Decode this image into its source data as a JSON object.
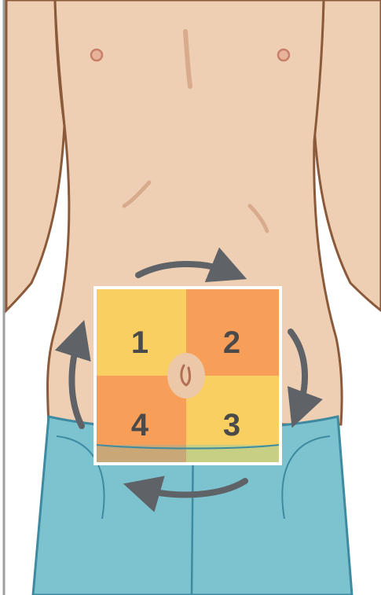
{
  "diagram": {
    "quadrants": [
      {
        "label": "1",
        "color": "#f9cf61"
      },
      {
        "label": "2",
        "color": "#f79e58"
      },
      {
        "label": "3",
        "color": "#f9cf61"
      },
      {
        "label": "4",
        "color": "#f79e58"
      }
    ],
    "rotation_direction": "clockwise",
    "colors": {
      "skin": "#efcfb3",
      "skin_outline": "#8a5a3b",
      "pants": "#7cc3cf",
      "arrow": "#5f6368",
      "grid_border": "#ffffff"
    }
  }
}
